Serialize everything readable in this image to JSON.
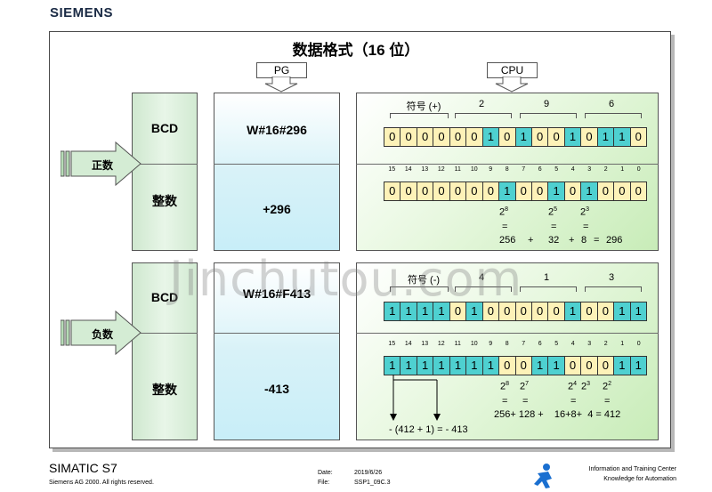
{
  "brand": "SIEMENS",
  "title": "数据格式（16 位）",
  "pg_label": "PG",
  "cpu_label": "CPU",
  "positive": {
    "side_label": "正数",
    "bcd_label": "BCD",
    "int_label": "整数",
    "bcd_value": "W#16#296",
    "int_value": "+296",
    "sign_label": "符号 (+)",
    "digits": [
      "2",
      "9",
      "6"
    ],
    "bcd_bits": [
      "0",
      "0",
      "0",
      "0",
      "0",
      "0",
      "1",
      "0",
      "1",
      "0",
      "0",
      "1",
      "0",
      "1",
      "1",
      "0"
    ],
    "int_bits": [
      "0",
      "0",
      "0",
      "0",
      "0",
      "0",
      "0",
      "1",
      "0",
      "0",
      "1",
      "0",
      "1",
      "0",
      "0",
      "0"
    ],
    "powers": {
      "p8": "2",
      "e8": "8",
      "p5": "2",
      "e5": "5",
      "p3": "2",
      "e3": "3"
    },
    "eq_signs": [
      "=",
      "=",
      "="
    ],
    "sum": [
      "256",
      "+",
      "32",
      "+",
      "8",
      "=",
      "296"
    ]
  },
  "negative": {
    "side_label": "负数",
    "bcd_label": "BCD",
    "int_label": "整数",
    "bcd_value": "W#16#F413",
    "int_value": "-413",
    "sign_label": "符号 (-)",
    "digits": [
      "4",
      "1",
      "3"
    ],
    "bcd_bits": [
      "1",
      "1",
      "1",
      "1",
      "0",
      "1",
      "0",
      "0",
      "0",
      "0",
      "0",
      "1",
      "0",
      "0",
      "1",
      "1"
    ],
    "int_bits": [
      "1",
      "1",
      "1",
      "1",
      "1",
      "1",
      "1",
      "0",
      "0",
      "1",
      "1",
      "0",
      "0",
      "0",
      "1",
      "1"
    ],
    "powers": {
      "b8": "2",
      "e8": "8",
      "b7": "2",
      "e7": "7",
      "b4": "2",
      "e4": "4",
      "b3": "2",
      "e3": "3",
      "b2": "2",
      "e2": "2"
    },
    "eq_signs": [
      "=",
      "=",
      "=",
      "="
    ],
    "sum_text": "256+ 128 +    16+8+  4 = 412",
    "formula": "- (412 + 1) = - 413"
  },
  "bit_positions": [
    "15",
    "14",
    "13",
    "12",
    "11",
    "10",
    "9",
    "8",
    "7",
    "6",
    "5",
    "4",
    "3",
    "2",
    "1",
    "0"
  ],
  "footer": {
    "product": "SIMATIC  S7",
    "copyright": "Siemens  AG  2000.  All rights reserved.",
    "date_label": "Date:",
    "date_value": "2019/6/26",
    "file_label": "File:",
    "file_value": "SSP1_09C.3",
    "center_line1": "Information  and  Training Center",
    "center_line2": "Knowledge  for  Automation"
  },
  "watermark": "Jinchutou.com"
}
